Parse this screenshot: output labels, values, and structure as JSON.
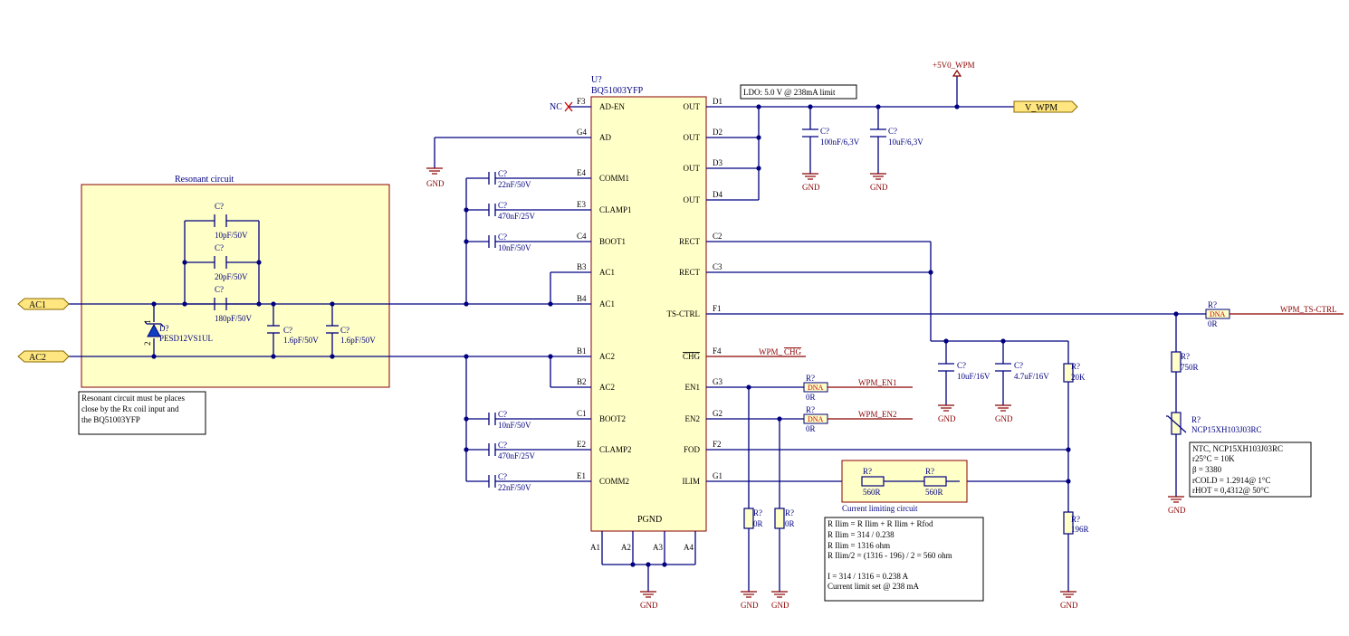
{
  "ic": {
    "designator": "U?",
    "part": "BQ51003YFP",
    "left_pins": [
      {
        "num": "F3",
        "name": "AD-EN"
      },
      {
        "num": "G4",
        "name": "AD"
      },
      {
        "num": "E4",
        "name": "COMM1"
      },
      {
        "num": "E3",
        "name": "CLAMP1"
      },
      {
        "num": "C4",
        "name": "BOOT1"
      },
      {
        "num": "B3",
        "name": "AC1"
      },
      {
        "num": "B4",
        "name": "AC1"
      },
      {
        "num": "B1",
        "name": "AC2"
      },
      {
        "num": "B2",
        "name": "AC2"
      },
      {
        "num": "C1",
        "name": "BOOT2"
      },
      {
        "num": "E2",
        "name": "CLAMP2"
      },
      {
        "num": "E1",
        "name": "COMM2"
      }
    ],
    "right_pins": [
      {
        "num": "D1",
        "name": "OUT"
      },
      {
        "num": "D2",
        "name": "OUT"
      },
      {
        "num": "D3",
        "name": "OUT"
      },
      {
        "num": "D4",
        "name": "OUT"
      },
      {
        "num": "C2",
        "name": "RECT"
      },
      {
        "num": "C3",
        "name": "RECT"
      },
      {
        "num": "F1",
        "name": "TS-CTRL"
      },
      {
        "num": "F4",
        "name": "CHG"
      },
      {
        "num": "G3",
        "name": "EN1"
      },
      {
        "num": "G2",
        "name": "EN2"
      },
      {
        "num": "F2",
        "name": "FOD"
      },
      {
        "num": "G1",
        "name": "ILIM"
      }
    ],
    "bottom_pins": [
      "A1",
      "A2",
      "A3",
      "A4"
    ],
    "pgnd": "PGND"
  },
  "nc_label": "NC",
  "gnd": "GND",
  "power": "+5V0_WPM",
  "ports": {
    "vout": "V_WPM",
    "ac1": "AC1",
    "ac2": "AC2"
  },
  "net_labels": {
    "ts": "WPM_TS-CTRL",
    "chg_prefix": "WPM_",
    "chg_over": "CHG",
    "en1": "WPM_EN1",
    "en2": "WPM_EN2"
  },
  "ldo_note": "LDO: 5.0 V @ 238mA limit",
  "resonant": {
    "title": "Resonant circuit",
    "note": [
      "Resonant circuit must be places",
      "close by the Rx coil input and",
      "the BQ51003YFP"
    ],
    "tvs_des": "D?",
    "tvs_part": "PESD12VS1UL",
    "tvs_pin1": "1",
    "tvs_pin2": "2"
  },
  "components": {
    "cap_des": "C?",
    "res_des": "R?",
    "caps": {
      "c10p": "10pF/50V",
      "c20p": "20pF/50V",
      "c180p": "180pF/50V",
      "c1p6": "1.6pF/50V",
      "c22n": "22nF/50V",
      "c470n": "470nF/25V",
      "c10n": "10nF/50V",
      "c100n": "100nF/6,3V",
      "c10u63": "10uF/6,3V",
      "c10u16": "10uF/16V",
      "c4u7": "4.7uF/16V"
    },
    "res": {
      "dna": "DNA",
      "r0": "0R",
      "r750": "750R",
      "r20k": "20K",
      "r196": "196R",
      "r560": "560R",
      "ntc": "NCP15XH103J03RC"
    }
  },
  "current_limit": {
    "title": "Current limiting circuit",
    "lines": [
      "R Ilim = R Ilim + R Ilim + Rfod",
      "R Ilim = 314 / 0.238",
      "R Ilim = 1316 ohm",
      "R Ilim/2 = (1316 - 196) / 2 = 560 ohm",
      "",
      "I = 314 / 1316 = 0.238 A",
      "Current limit set @ 238 mA"
    ]
  },
  "ntc_note": [
    "NTC, NCP15XH103J03RC",
    "r25°C = 10K",
    "β = 3380",
    "rCOLD = 1.2914@ 1°C",
    "rHOT = 0,4312@ 50°C"
  ]
}
